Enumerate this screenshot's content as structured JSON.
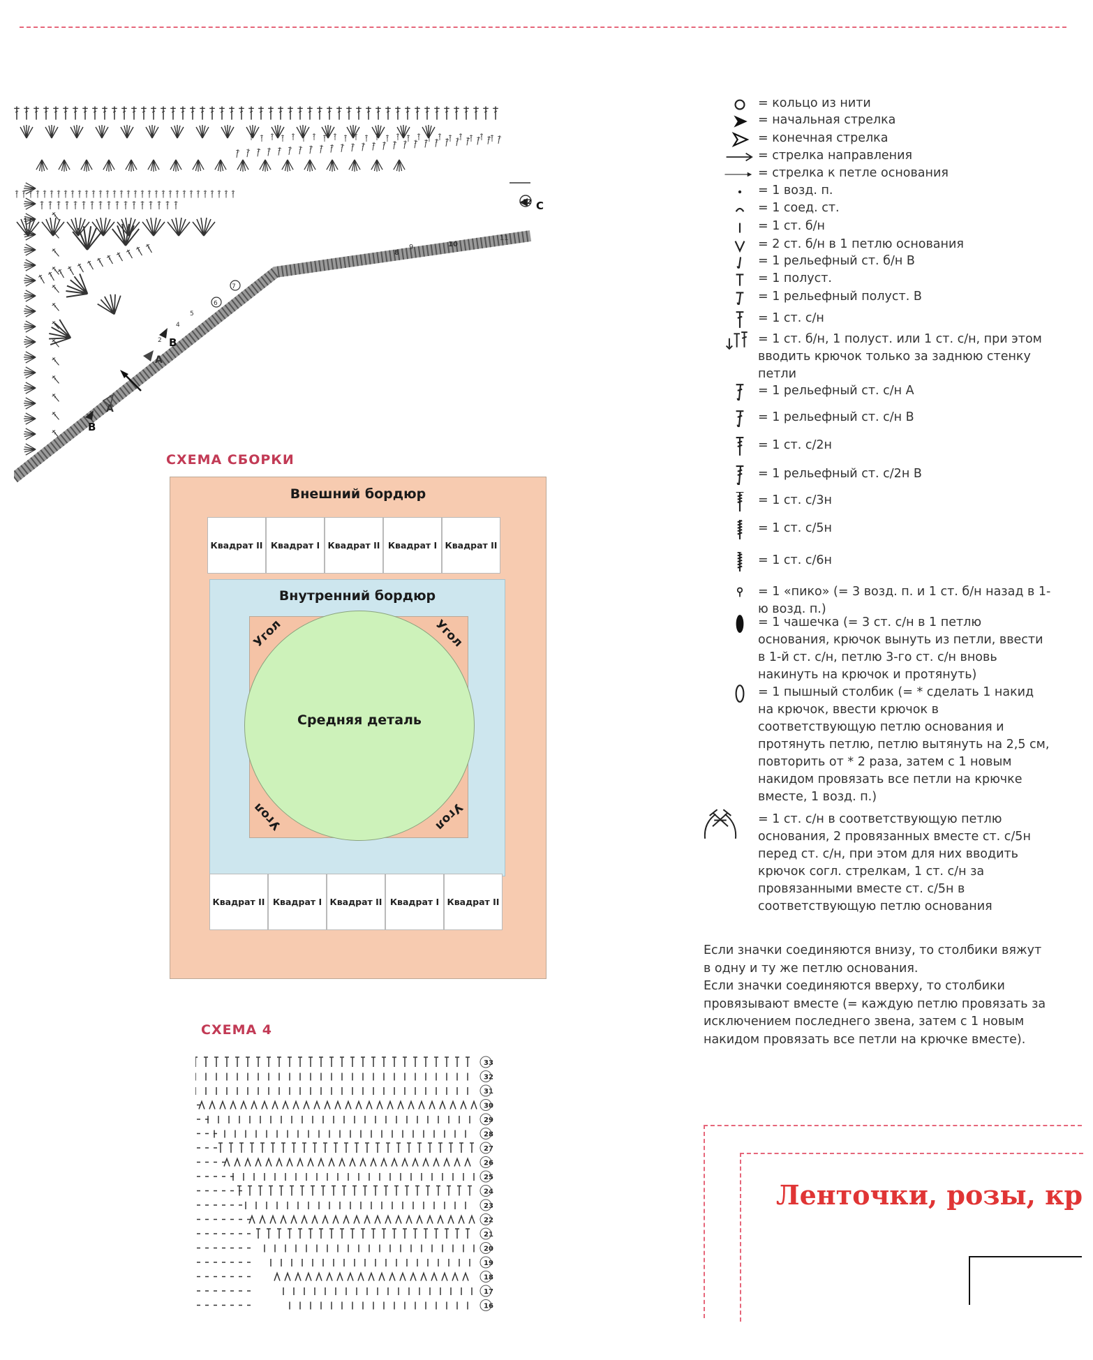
{
  "top_chart": {
    "labels": {
      "point_a": "A",
      "point_b": "B",
      "point_c": "C",
      "row_12": "12",
      "row_11": "11",
      "row_10": "10",
      "row_9": "9",
      "row_8": "8",
      "row_7": "7",
      "row_6": "6",
      "row_5": "5",
      "row_4": "4",
      "row_2": "2"
    }
  },
  "assembly": {
    "title": "СХЕМА СБОРКИ",
    "outer_border": "Внешний бордюр",
    "inner_border": "Внутренний бордюр",
    "center": "Средняя деталь",
    "corner": "Угол",
    "top_squares": [
      "Квадрат II",
      "Квадрат I",
      "Квадрат II",
      "Квадрат I",
      "Квадрат II"
    ],
    "bottom_squares": [
      "Квадрат II",
      "Квадрат I",
      "Квадрат II",
      "Квадрат I",
      "Квадрат II"
    ]
  },
  "scheme4": {
    "title": "СХЕМА 4",
    "rows": [
      "33",
      "32",
      "31",
      "30",
      "29",
      "28",
      "27",
      "26",
      "25",
      "24",
      "23",
      "22",
      "21",
      "20",
      "19",
      "18",
      "17",
      "16"
    ]
  },
  "legend": [
    {
      "icon": "ring-icon",
      "text": "= кольцо из нити"
    },
    {
      "icon": "start-arrow-icon",
      "text": "= начальная стрелка"
    },
    {
      "icon": "end-arrow-icon",
      "text": "= конечная стрелка"
    },
    {
      "icon": "direction-arrow-icon",
      "text": "= стрелка направления"
    },
    {
      "icon": "base-loop-arrow-icon",
      "text": "= стрелка к петле основания"
    },
    {
      "icon": "chain-stitch-icon",
      "text": "= 1 возд. п."
    },
    {
      "icon": "slip-stitch-icon",
      "text": "= 1 соед. ст."
    },
    {
      "icon": "single-crochet-icon",
      "text": "= 1 ст. б/н"
    },
    {
      "icon": "two-sc-one-loop-icon",
      "text": "= 2 ст. б/н в 1 петлю основания"
    },
    {
      "icon": "relief-sc-icon",
      "text": "= 1 рельефный ст. б/н В"
    },
    {
      "icon": "half-double-icon",
      "text": "= 1 полуст."
    },
    {
      "icon": "relief-hdc-icon",
      "text": "= 1 рельефный полуст. В"
    },
    {
      "icon": "double-crochet-icon",
      "text": "= 1 ст. с/н"
    },
    {
      "icon": "back-loop-icon",
      "text": "= 1 ст. б/н, 1 полуст. или 1 ст. с/н, при этом вводить крючок только за заднюю стенку петли"
    },
    {
      "icon": "relief-dc-a-icon",
      "text": "= 1 рельефный ст. с/н А"
    },
    {
      "icon": "relief-dc-b-icon",
      "text": "= 1 рельефный ст. с/н В"
    },
    {
      "icon": "treble-icon",
      "text": "= 1 ст. с/2н"
    },
    {
      "icon": "relief-treble-icon",
      "text": "= 1 рельефный ст. с/2н В"
    },
    {
      "icon": "dtr-icon",
      "text": "= 1 ст. с/3н"
    },
    {
      "icon": "five-yo-icon",
      "text": "= 1 ст. с/5н"
    },
    {
      "icon": "six-yo-icon",
      "text": "= 1 ст. с/6н"
    },
    {
      "icon": "picot-icon",
      "text": "= 1 «пико» (= 3 возд. п. и 1 ст. б/н назад в 1-ю возд. п.)"
    },
    {
      "icon": "cup-icon",
      "text": "= 1 чашечка (= 3 ст. с/н в 1 петлю основания, крючок вынуть из петли, ввести в 1-й ст. с/н, петлю 3-го ст. с/н вновь накинуть на крючок и протянуть)"
    },
    {
      "icon": "puff-icon",
      "text": "= 1 пышный столбик (= * сделать 1 накид на крючок, ввести крючок в соответствующую петлю основания и протянуть петлю, петлю вытянуть на 2,5 см, повторить от * 2 раза, затем с 1 новым накидом провязать все петли на крючке вместе, 1 возд. п.)"
    },
    {
      "icon": "crossed-group-icon",
      "text": "= 1 ст. с/н в соответствующую петлю основания, 2 провязанных вместе ст. с/5н перед ст. с/н, при этом для них вводить крючок согл. стрелкам, 1 ст. с/н за провязанными вместе ст. с/5н в соответствующую петлю основания"
    }
  ],
  "notes": [
    "Если значки соединяются внизу, то столбики вяжут в одну и ту же петлю основания.",
    "Если значки соединяются вверху, то столбики провязывают вместе (= каждую петлю провязать за исключением последнего звена, затем с 1 новым накидом провязать все петли на крючке вместе)."
  ],
  "headline": "Ленточки, розы, кр"
}
